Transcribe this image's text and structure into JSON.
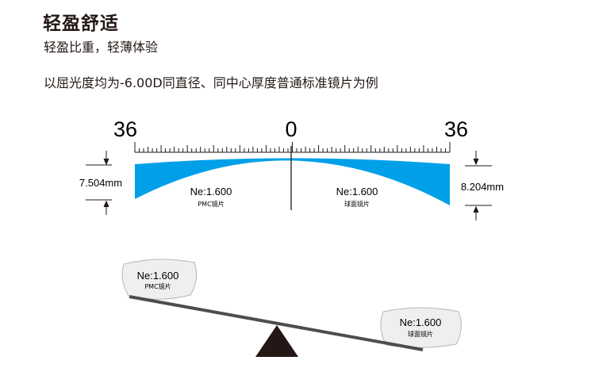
{
  "header": {
    "title": "轻盈舒适",
    "subtitle": "轻盈比重，轻薄体验",
    "note": "以屈光度均为-6.00D同直径、同中心厚度普通标准镜片为例"
  },
  "ruler": {
    "left_label": "36",
    "center_label": "0",
    "right_label": "36"
  },
  "lens_comparison": {
    "left_thickness": "7.504mm",
    "right_thickness": "8.204mm",
    "left_lens": {
      "index": "Ne:1.600",
      "type": "PMC镜片"
    },
    "right_lens": {
      "index": "Ne:1.600",
      "type": "球面镜片"
    },
    "lens_color": "#00a0e9"
  },
  "seesaw": {
    "left_lens": {
      "index": "Ne:1.600",
      "type": "PMC镜片"
    },
    "right_lens": {
      "index": "Ne:1.600",
      "type": "球面镜片"
    }
  }
}
